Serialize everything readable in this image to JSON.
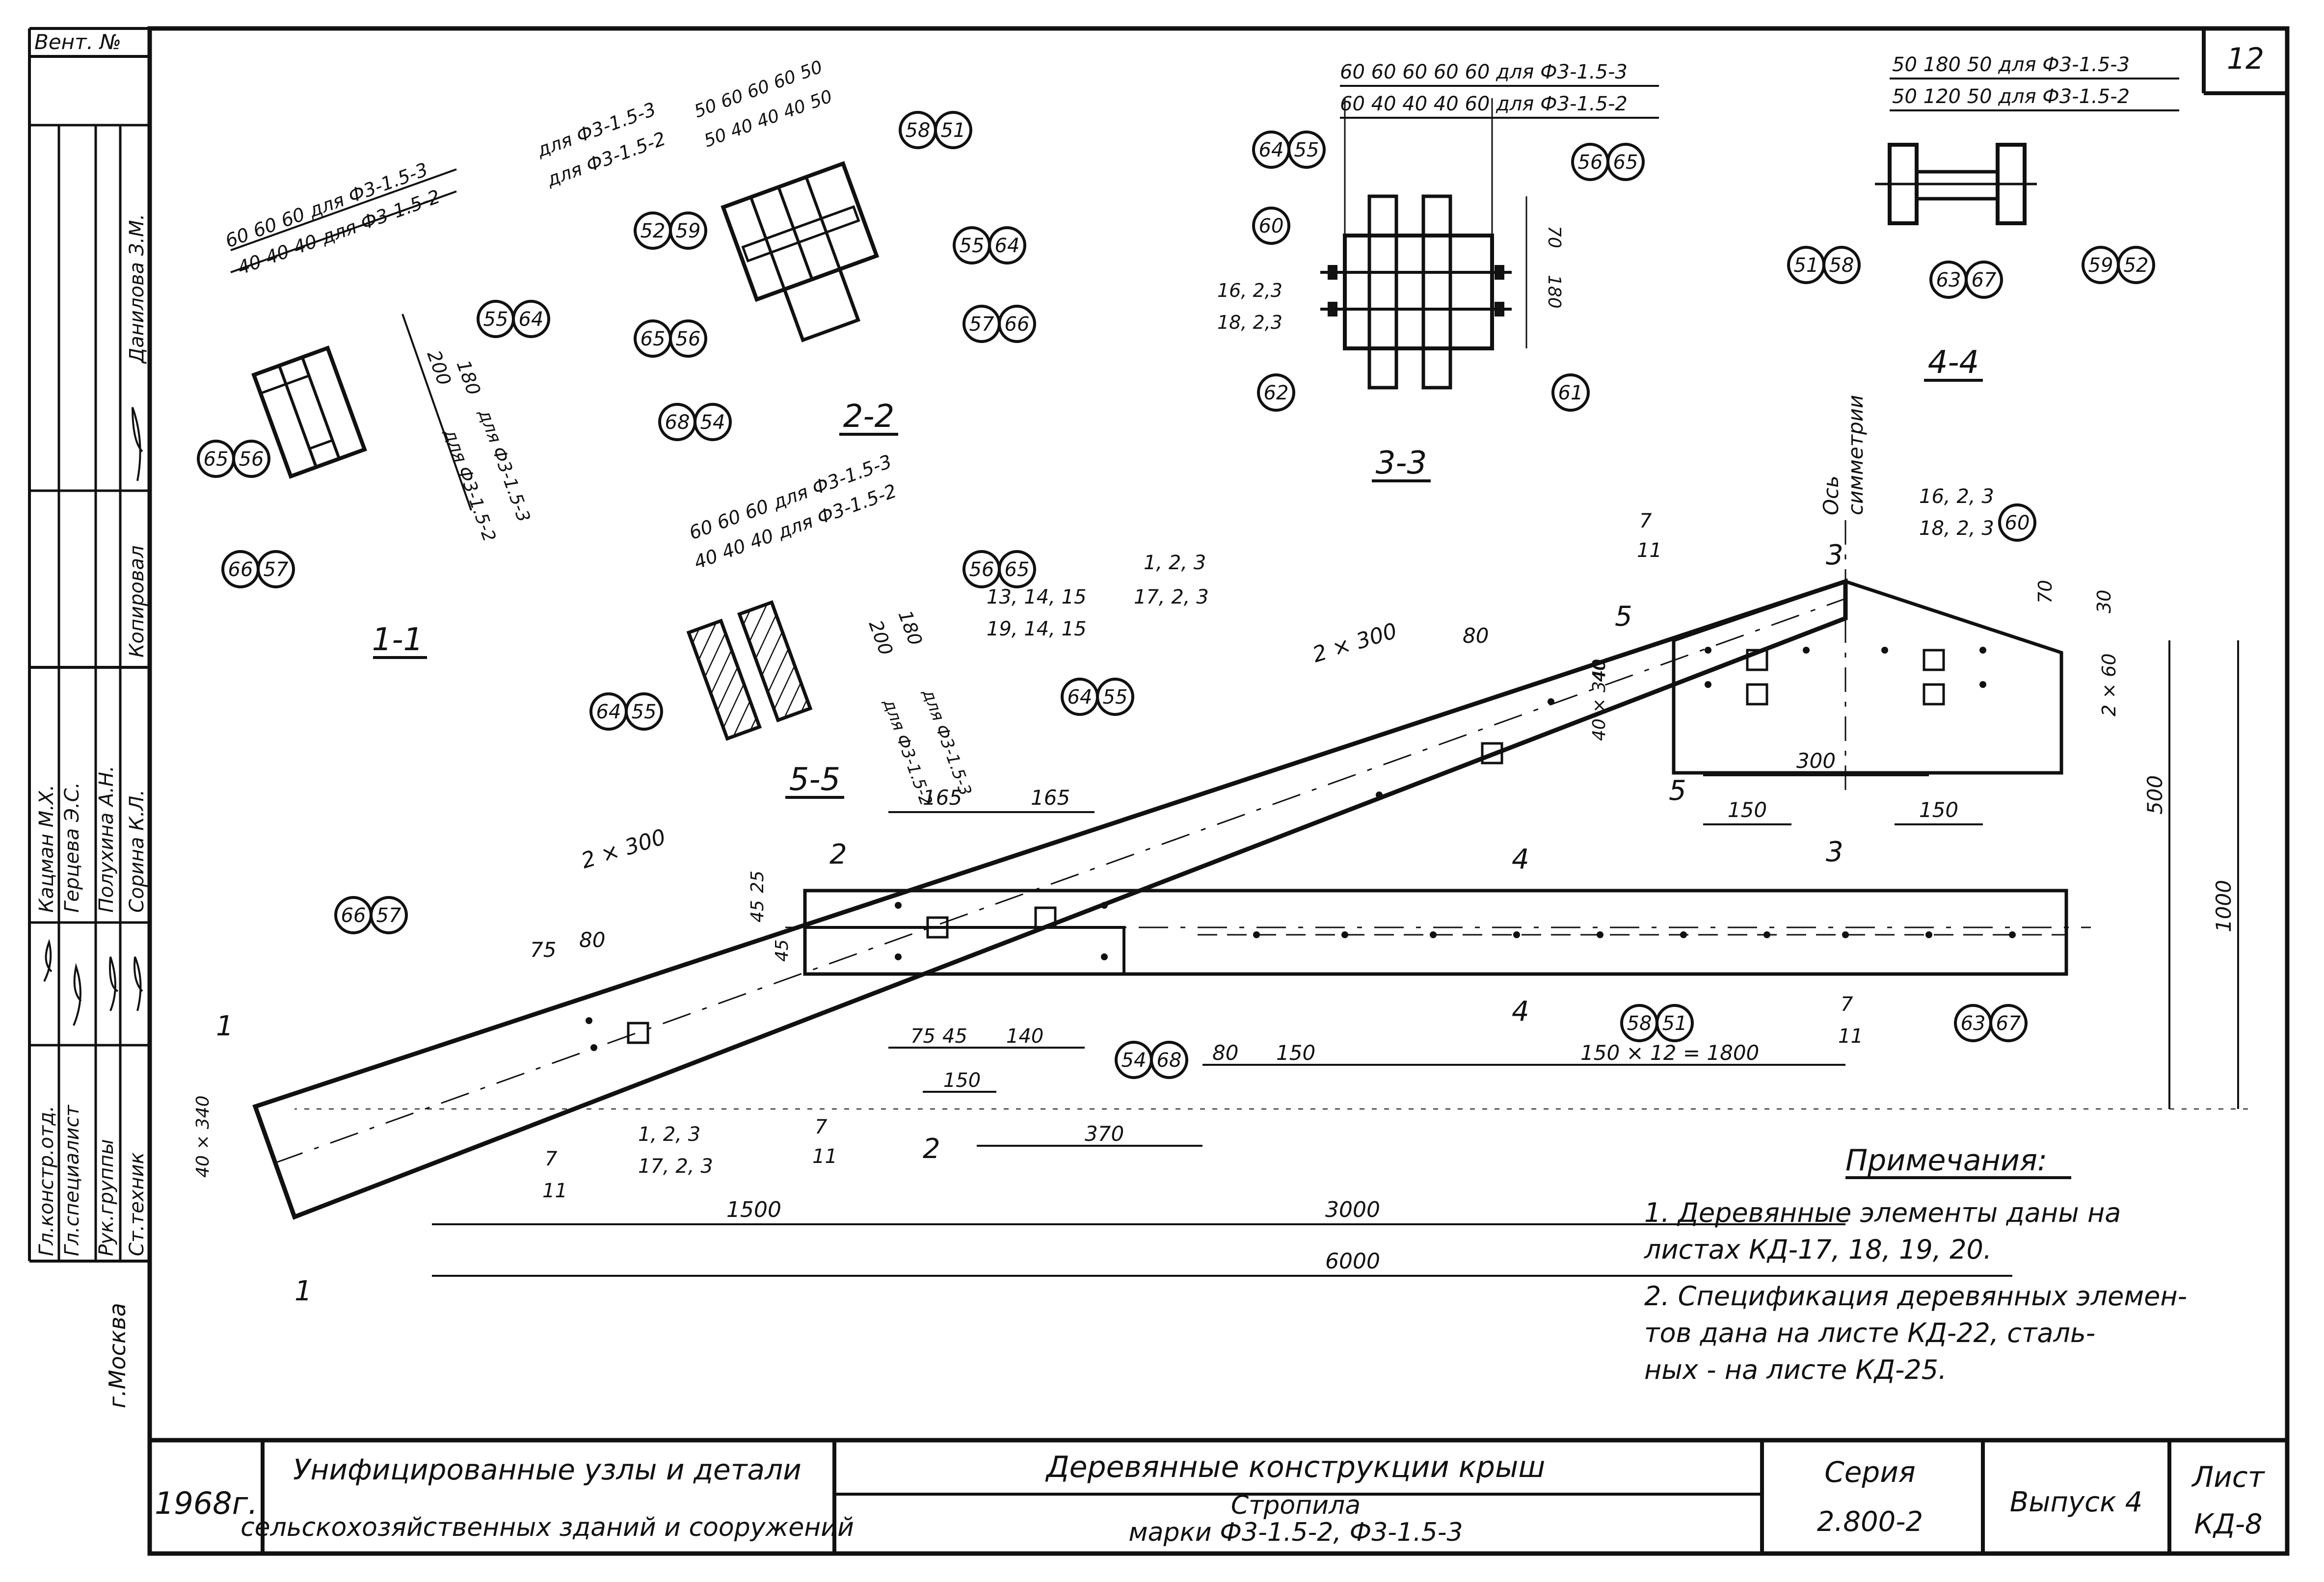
{
  "sheet": {
    "sheet_no_top": "12",
    "inv_label": "Вент. №",
    "city": "г.Москва",
    "year": "1968г."
  },
  "side_stamp": {
    "signers": [
      {
        "role": "Гл.констр.отд.",
        "name": "Кацман М.Х."
      },
      {
        "role": "Гл.специалист",
        "name": "Герцева Э.С."
      },
      {
        "role": "Рук.группы",
        "name": "Полухина А.Н."
      },
      {
        "role": "Ст.техник",
        "name": "Сорина К.Л."
      }
    ],
    "extra": [
      {
        "role": "Копировал",
        "name": "Данилова З.М."
      }
    ]
  },
  "title_block": {
    "org_line1": "Унифицированные узлы и детали",
    "org_line2": "сельскохозяйственных зданий и сооружений",
    "subject": "Деревянные конструкции крыш",
    "item_line1": "Стропила",
    "item_line2": "марки  Ф3-1.5-2,   Ф3-1.5-3",
    "series_label": "Серия",
    "series_value": "2.800-2",
    "issue": "Выпуск 4",
    "sheet_label": "Лист",
    "sheet_value": "КД-8"
  },
  "notes": {
    "heading": "Примечания:",
    "items": [
      "1.  Деревянные элементы даны на",
      "     листах КД-17, 18, 19, 20.",
      "2.  Спецификация деревянных элемен-",
      "     тов дана на листе КД-22, сталь-",
      "     ных - на листе КД-25."
    ]
  },
  "sections": {
    "s1": "1-1",
    "s2": "2-2",
    "s3": "3-3",
    "s4": "4-4",
    "s5": "5-5"
  },
  "markers": {
    "m1": "1",
    "m2": "2",
    "m3": "3",
    "m4": "4",
    "m5": "5",
    "axis_label_1": "Ось",
    "axis_label_2": "симметрии"
  },
  "callouts": {
    "c_55_64": [
      "55",
      "64"
    ],
    "c_65_56_a": [
      "65",
      "56"
    ],
    "c_66_57_a": [
      "66",
      "57"
    ],
    "c_52_59": [
      "52",
      "59"
    ],
    "c_58_51_top": [
      "58",
      "51"
    ],
    "c_55_64_b": [
      "55",
      "64"
    ],
    "c_57_66": [
      "57",
      "66"
    ],
    "c_65_56_b": [
      "65",
      "56"
    ],
    "c_68_54": [
      "68",
      "54"
    ],
    "c_56_65": [
      "56",
      "65"
    ],
    "c_64_55_a": [
      "64",
      "55"
    ],
    "c_64_55_b": [
      "64",
      "55"
    ],
    "c_56_65_b": [
      "56",
      "65"
    ],
    "c_60": [
      "60"
    ],
    "c_62": [
      "62"
    ],
    "c_61": [
      "61"
    ],
    "c_51_58": [
      "51",
      "58"
    ],
    "c_63_67": [
      "63",
      "67"
    ],
    "c_59_52": [
      "59",
      "52"
    ],
    "c_60_b": [
      "60"
    ],
    "c_66_57_b": [
      "66",
      "57"
    ],
    "c_64_55_c": [
      "64",
      "55"
    ],
    "c_54_68": [
      "54",
      "68"
    ],
    "c_58_51_b": [
      "58",
      "51"
    ],
    "c_63_67_b": [
      "63",
      "67"
    ]
  },
  "dims": {
    "s11_top1": "60 60 60  для Ф3-1.5-3",
    "s11_top2": "40 40 40  для Ф3-1.5-2",
    "s11_180": "180",
    "s11_200": "200",
    "s11_side1": "для Ф3-1.5-3",
    "s11_side2": "для Ф3-1.5-2",
    "s22_top1": "для Ф3-1.5-3",
    "s22_top2": "для Ф3-1.5-2",
    "s22_nums1": "50 60 60 60 50",
    "s22_nums2": "50 40 40 40 50",
    "s33_top1": "60  60 60 60 60   для Ф3-1.5-3",
    "s33_top2": "60  40 40 40 60   для Ф3-1.5-2",
    "s33_70": "70",
    "s33_180": "180",
    "s33_bolt1": "16, 2,3",
    "s33_bolt2": "18, 2,3",
    "s44_top1": "50   180   50  для Ф3-1.5-3",
    "s44_top2": "50   120   50  для Ф3-1.5-2",
    "s55_top1": "60 60 60  для Ф3-1.5-3",
    "s55_top2": "40 40 40  для Ф3-1.5-2",
    "s55_180": "180",
    "s55_200": "200",
    "s55_side1": "для Ф3-1.5-3",
    "s55_side2": "для Ф3-1.5-2",
    "m_2x300_a": "2 × 300",
    "m_2x300_b": "2 × 300",
    "m_75": "75",
    "m_80": "80",
    "m_80b": "80",
    "m_45": "45",
    "m_25": "25",
    "m_45b": "45",
    "m_165a": "165",
    "m_165b": "165",
    "m_1315": "13, 14, 15",
    "m_1915": "19, 14, 15",
    "m_123_a": "1, 2, 3",
    "m_1723_a": "17, 2, 3",
    "m_123_b": "1, 2, 3",
    "m_1723_b": "17, 2, 3",
    "m_1623": "16, 2, 3",
    "m_1823": "18, 2, 3",
    "m_7a": "7",
    "m_11a": "11",
    "m_7b": "7",
    "m_11b": "11",
    "m_7c": "7",
    "m_11c": "11",
    "m_7d": "7",
    "m_11d": "11",
    "m_40x340_a": "40 × 340",
    "m_40x340_b": "40 × 340",
    "m_40": "40",
    "m_70": "70",
    "m_30": "30",
    "m_2x60": "2 × 60",
    "m_300": "300",
    "m_150a": "150",
    "m_150b": "150",
    "m_500": "500",
    "m_1000": "1000",
    "m_75b": "75",
    "m_45c": "45",
    "m_140": "140",
    "m_150c": "150",
    "m_370": "370",
    "m_80c": "80",
    "m_150d": "150",
    "m_1800": "150 × 12 = 1800",
    "m_1500": "1500",
    "m_3000": "3000",
    "m_6000": "6000"
  }
}
